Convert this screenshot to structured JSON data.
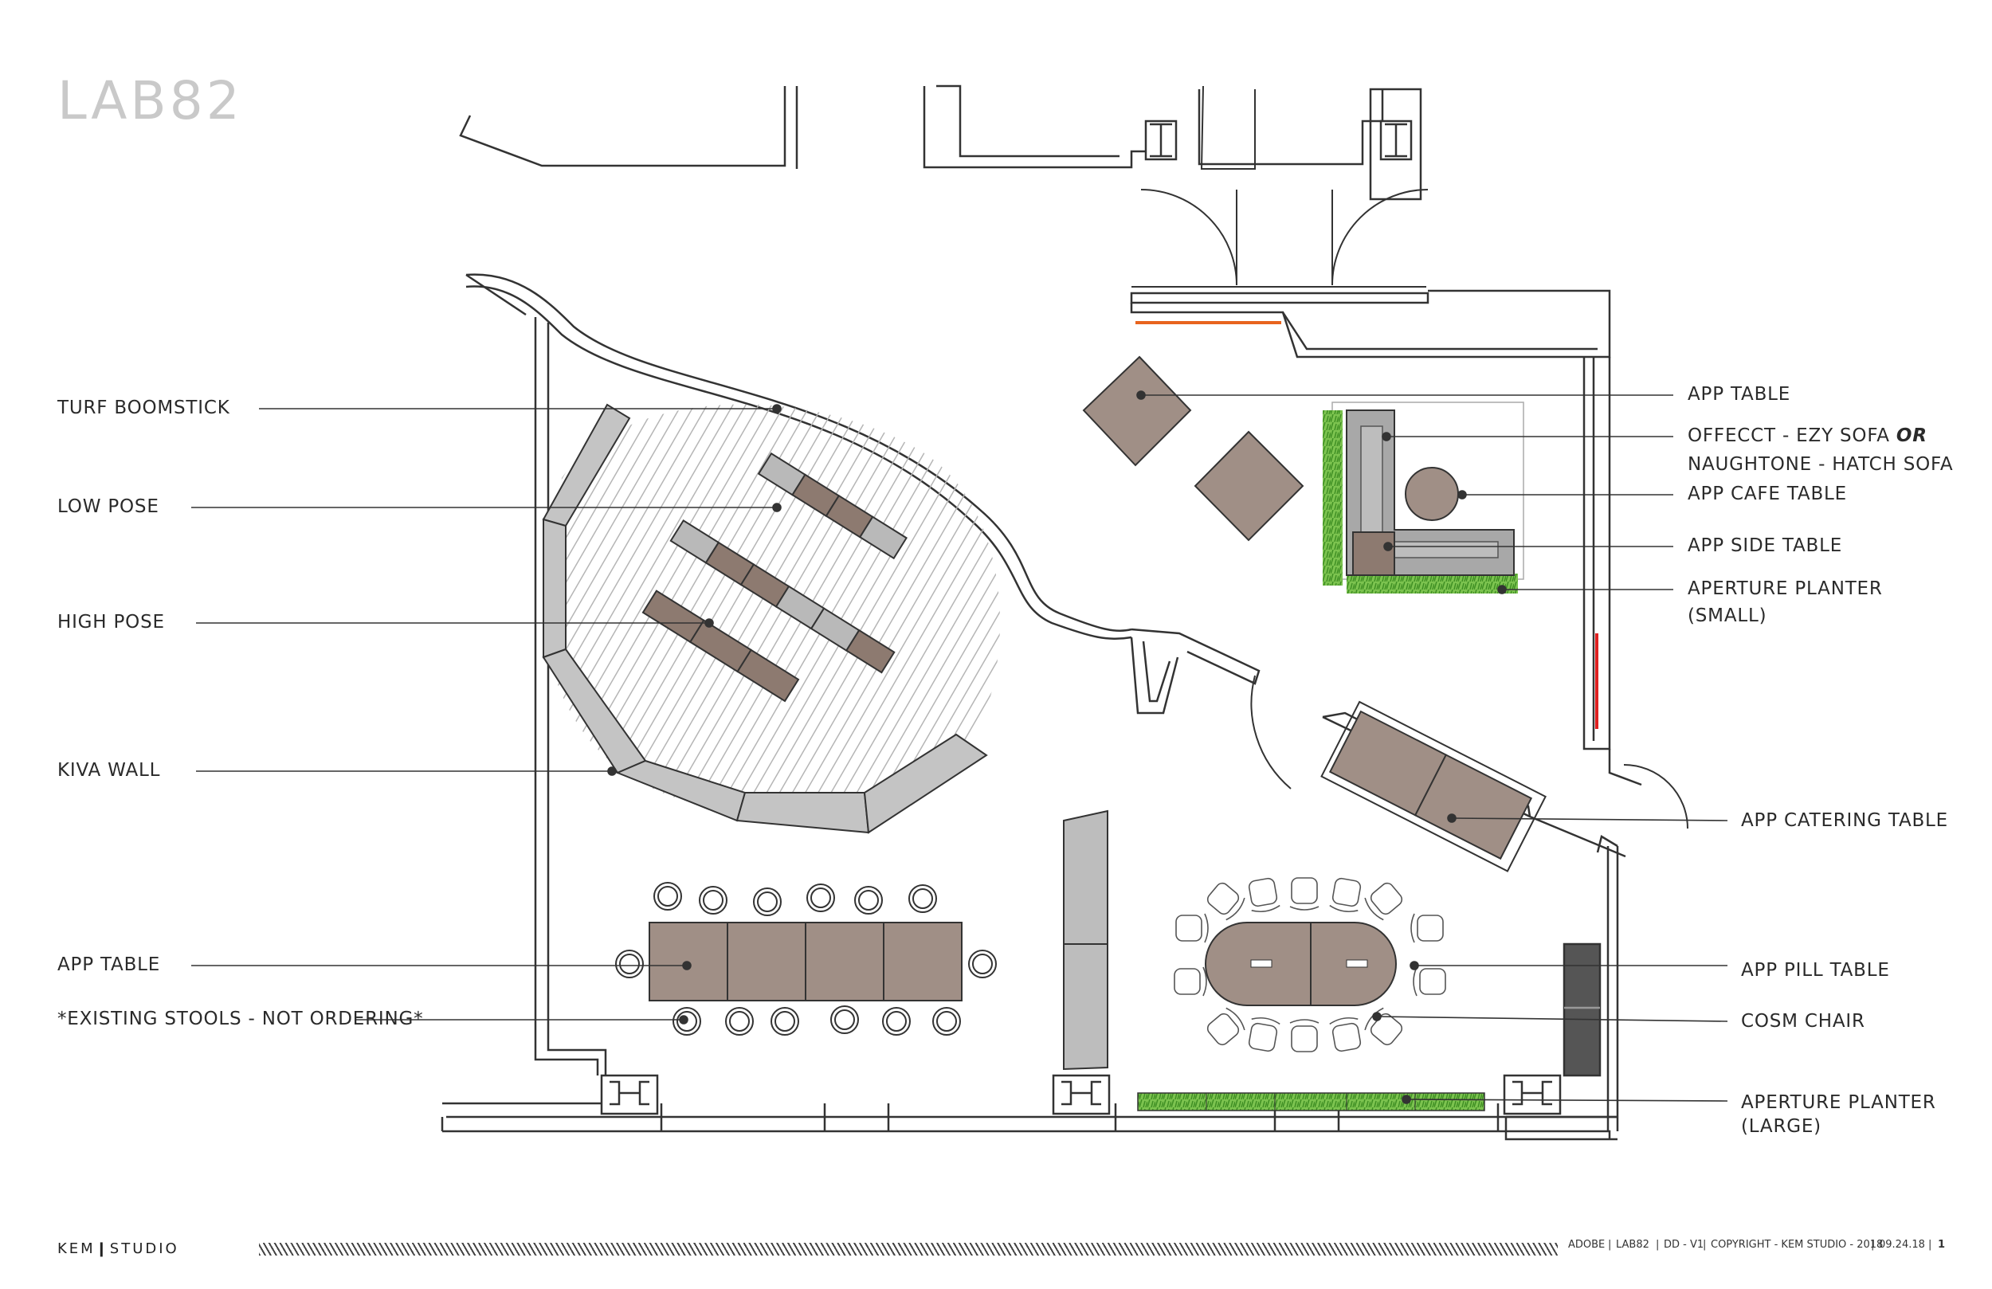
{
  "title": "LAB82",
  "colors": {
    "wood": "#a08f86",
    "gray": "#b8b8b8",
    "plant": "#62b23a",
    "accent_orange": "#e8641e",
    "accent_red": "#e02020"
  },
  "left_labels": {
    "turf_boomstick": "TURF BOOMSTICK",
    "low_pose": "LOW POSE",
    "high_pose": "HIGH POSE",
    "kiva_wall": "KIVA WALL",
    "app_table": "APP TABLE",
    "existing_stools": "*EXISTING STOOLS - NOT ORDERING*"
  },
  "right_labels": {
    "app_table": "APP TABLE",
    "sofa_line1_a": "OFFECCT - EZY SOFA",
    "sofa_line1_b": "OR",
    "sofa_line2": "NAUGHTONE - HATCH SOFA",
    "app_cafe_table": "APP CAFE TABLE",
    "app_side_table": "APP SIDE TABLE",
    "aperture_small_1": "APERTURE PLANTER",
    "aperture_small_2": "(SMALL)",
    "app_catering_table": "APP CATERING TABLE",
    "app_pill_table": "APP PILL TABLE",
    "cosm_chair": "COSM CHAIR",
    "aperture_large_1": "APERTURE PLANTER",
    "aperture_large_2": "(LARGE)"
  },
  "footer": {
    "logo": "KEM❙STUDIO",
    "client": "ADOBE",
    "project": "LAB82",
    "phase": "DD - V1",
    "copyright": "COPYRIGHT - KEM STUDIO - 2018",
    "date": "09.24.18",
    "page": "1"
  }
}
